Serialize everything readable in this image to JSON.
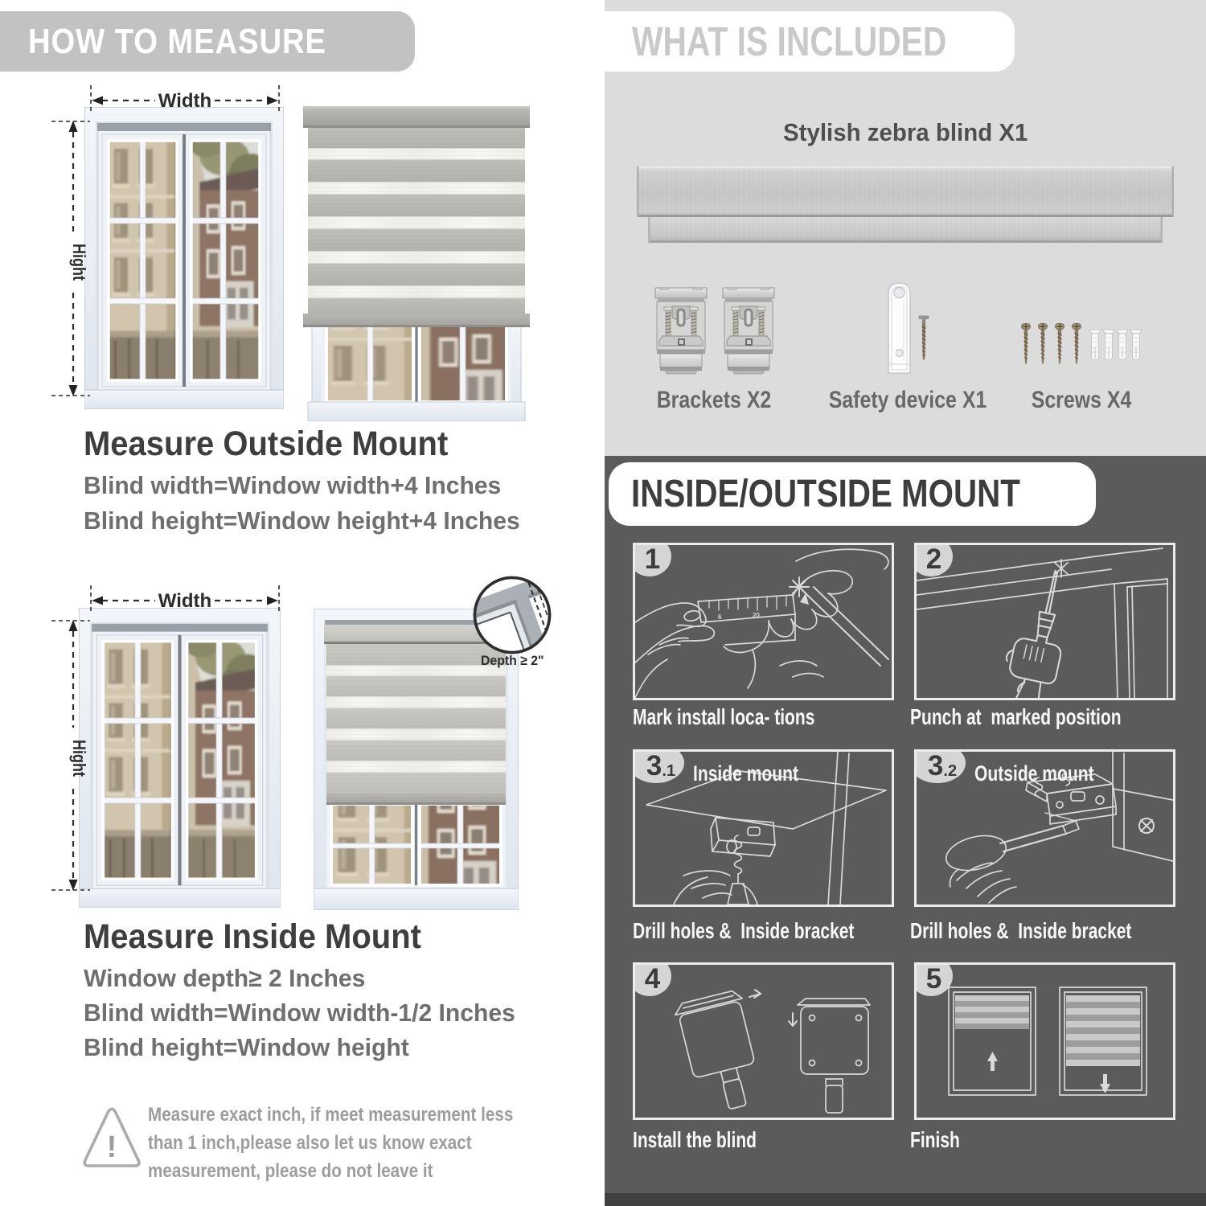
{
  "left": {
    "banner": "HOW TO MEASURE",
    "outside": {
      "width_label": "Width",
      "height_label": "Hight",
      "heading": "Measure Outside Mount",
      "lines": [
        "Blind width=Window width+4 Inches",
        "Blind height=Window height+4 Inches"
      ]
    },
    "inside": {
      "width_label": "Width",
      "height_label": "Hight",
      "depth_note": "Depth ≥ 2\"",
      "heading": "Measure Inside Mount",
      "lines": [
        "Window depth≥ 2 Inches",
        "Blind width=Window width-1/2 Inches",
        "Blind height=Window height"
      ]
    },
    "warning_mark": "!",
    "warning_lines": [
      "Measure exact inch, if meet measurement less",
      "than 1 inch,please also let us know exact",
      "measurement, please do not leave it"
    ]
  },
  "included": {
    "title": "WHAT IS INCLUDED",
    "product": "Stylish zebra blind X1",
    "items": [
      {
        "label": "Brackets X2"
      },
      {
        "label": "Safety device X1"
      },
      {
        "label": "Screws X4"
      }
    ]
  },
  "mount": {
    "title": "INSIDE/OUTSIDE MOUNT",
    "steps": [
      {
        "num": "1",
        "sub": "",
        "label": "",
        "caption": "Mark install loca- tions"
      },
      {
        "num": "2",
        "sub": "",
        "label": "",
        "caption": "Punch at  marked position"
      },
      {
        "num": "3",
        "sub": ".1",
        "label": "Inside mount",
        "caption": "Drill holes &  Inside bracket"
      },
      {
        "num": "3",
        "sub": ".2",
        "label": "Outside mount",
        "caption": "Drill holes &  Inside bracket"
      },
      {
        "num": "4",
        "sub": "",
        "label": "",
        "caption": "Install the blind"
      },
      {
        "num": "5",
        "sub": "",
        "label": "",
        "caption": "Finish"
      }
    ]
  },
  "colors": {
    "banner_gray": "#c2c2c2",
    "panel_light": "#dcdcdc",
    "panel_dark": "#5b5b5b",
    "heading_dark": "#3e3e3e",
    "body_gray": "#6f6f6f",
    "warning_gray": "#9d9d9d"
  }
}
